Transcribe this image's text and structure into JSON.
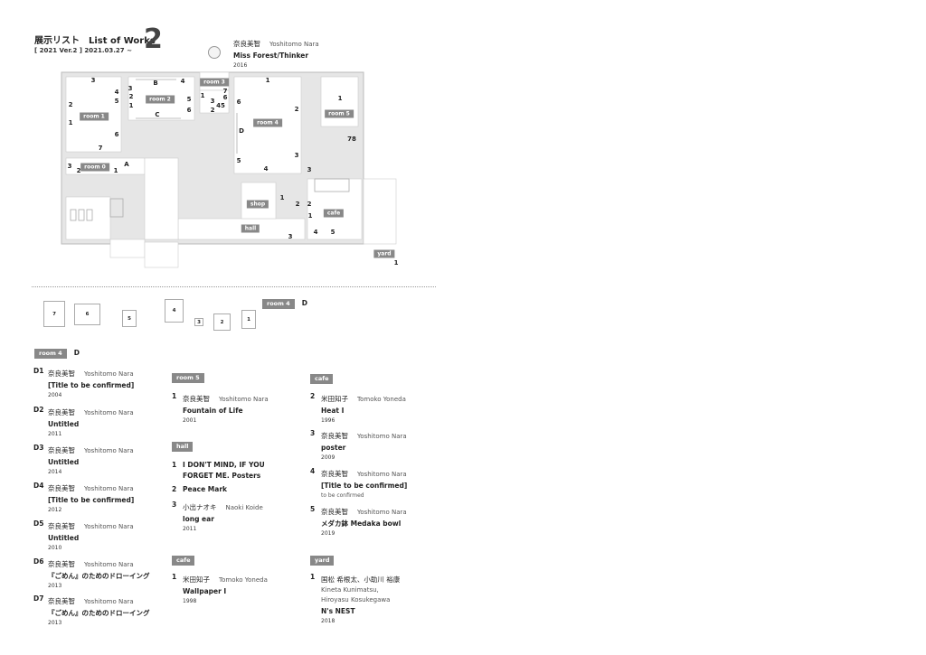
{
  "header": {
    "title_jp": "展示リスト",
    "title_en": "List of Works",
    "number": "2",
    "subtitle": "[ 2021 Ver.2 ] 2021.03.27 ~"
  },
  "featured": {
    "artist_jp": "奈良美智",
    "artist_en": "Yoshitomo Nara",
    "title": "Miss Forest/Thinker",
    "year": "2016"
  },
  "plan": {
    "rooms": [
      "room 1",
      "room 2",
      "room 3",
      "room 4",
      "room 5",
      "room 0",
      "shop",
      "hall",
      "cafe",
      "yard"
    ],
    "markers": [
      "3",
      "4",
      "5",
      "2",
      "1",
      "6",
      "7",
      "3",
      "2",
      "1",
      "B",
      "4",
      "5",
      "6",
      "C",
      "1",
      "3",
      "45",
      "2",
      "7",
      "6",
      "1",
      "6",
      "2",
      "D",
      "5",
      "4",
      "3",
      "1",
      "78",
      "3",
      "2",
      "A",
      "1",
      "3",
      "1",
      "2",
      "2",
      "1",
      "4",
      "5",
      "3",
      "1"
    ]
  },
  "wall": {
    "room": "room 4",
    "section": "D",
    "frames": [
      "7",
      "6",
      "5",
      "4",
      "3",
      "2",
      "1"
    ]
  },
  "section_head": {
    "room": "room 4",
    "section": "D"
  },
  "col1": [
    {
      "num": "D1",
      "artist_jp": "奈良美智",
      "artist_en": "Yoshitomo Nara",
      "title": "[Title to be confirmed]",
      "year": "2004"
    },
    {
      "num": "D2",
      "artist_jp": "奈良美智",
      "artist_en": "Yoshitomo Nara",
      "title": "Untitled",
      "year": "2011"
    },
    {
      "num": "D3",
      "artist_jp": "奈良美智",
      "artist_en": "Yoshitomo Nara",
      "title": "Untitled",
      "year": "2014"
    },
    {
      "num": "D4",
      "artist_jp": "奈良美智",
      "artist_en": "Yoshitomo Nara",
      "title": "[Title to be confirmed]",
      "year": "2012"
    },
    {
      "num": "D5",
      "artist_jp": "奈良美智",
      "artist_en": "Yoshitomo Nara",
      "title": "Untitled",
      "year": "2010"
    },
    {
      "num": "D6",
      "artist_jp": "奈良美智",
      "artist_en": "Yoshitomo Nara",
      "title": "『ごめん』のためのドローイング",
      "year": "2013"
    },
    {
      "num": "D7",
      "artist_jp": "奈良美智",
      "artist_en": "Yoshitomo Nara",
      "title": "『ごめん』のためのドローイング",
      "year": "2013"
    }
  ],
  "tags": {
    "room5": "room 5",
    "hall": "hall",
    "cafe1": "cafe",
    "cafe2": "cafe",
    "yard": "yard"
  },
  "room5": [
    {
      "num": "1",
      "artist_jp": "奈良美智",
      "artist_en": "Yoshitomo Nara",
      "title": "Fountain of Life",
      "year": "2001"
    }
  ],
  "hall": [
    {
      "num": "1",
      "title": "I DON'T MIND, IF YOU",
      "title2": "FORGET ME.  Posters"
    },
    {
      "num": "2",
      "title": "Peace Mark"
    },
    {
      "num": "3",
      "artist_jp": "小出ナオキ",
      "artist_en": "Naoki Koide",
      "title": "long ear",
      "year": "2011"
    }
  ],
  "cafe_a": [
    {
      "num": "1",
      "artist_jp": "米田知子",
      "artist_en": "Tomoko Yoneda",
      "title": "Wallpaper I",
      "year": "1998"
    }
  ],
  "cafe_b": [
    {
      "num": "2",
      "artist_jp": "米田知子",
      "artist_en": "Tomoko Yoneda",
      "title": "Heat I",
      "year": "1996"
    },
    {
      "num": "3",
      "artist_jp": "奈良美智",
      "artist_en": "Yoshitomo Nara",
      "title": "poster",
      "year": "2009"
    },
    {
      "num": "4",
      "artist_jp": "奈良美智",
      "artist_en": "Yoshitomo Nara",
      "title": "[Title to be confirmed]",
      "note": "to be confirmed"
    },
    {
      "num": "5",
      "artist_jp": "奈良美智",
      "artist_en": "Yoshitomo Nara",
      "title": "メダカ鉢 Medaka bowl",
      "year": "2019"
    }
  ],
  "yard": [
    {
      "num": "1",
      "artist_jp": "国松 希根太、小助川 裕康",
      "artist_en": "Kineta Kunimatsu,",
      "artist_en2": "Hiroyasu Kosukegawa",
      "title": "N's NEST",
      "year": "2018"
    }
  ]
}
